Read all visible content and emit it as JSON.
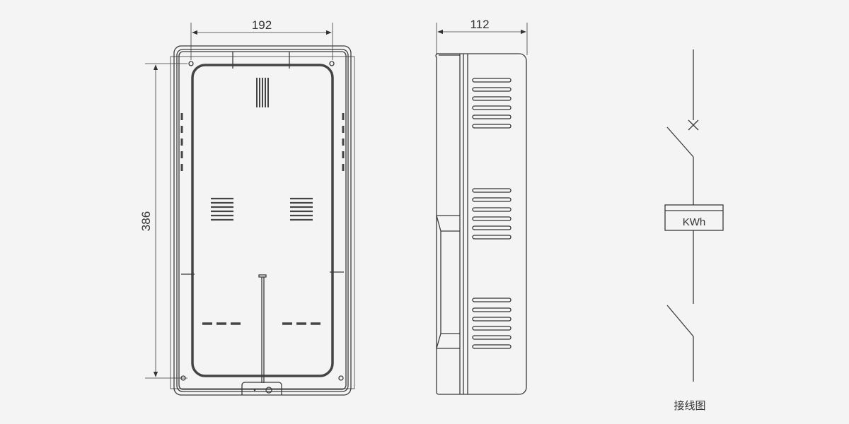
{
  "front_view": {
    "width_dim": "192",
    "height_dim": "386"
  },
  "side_view": {
    "depth_dim": "112"
  },
  "wiring": {
    "meter_label": "KWh",
    "caption": "接线图"
  },
  "colors": {
    "background": "#f4f4f4",
    "line": "#3a3a3a"
  }
}
